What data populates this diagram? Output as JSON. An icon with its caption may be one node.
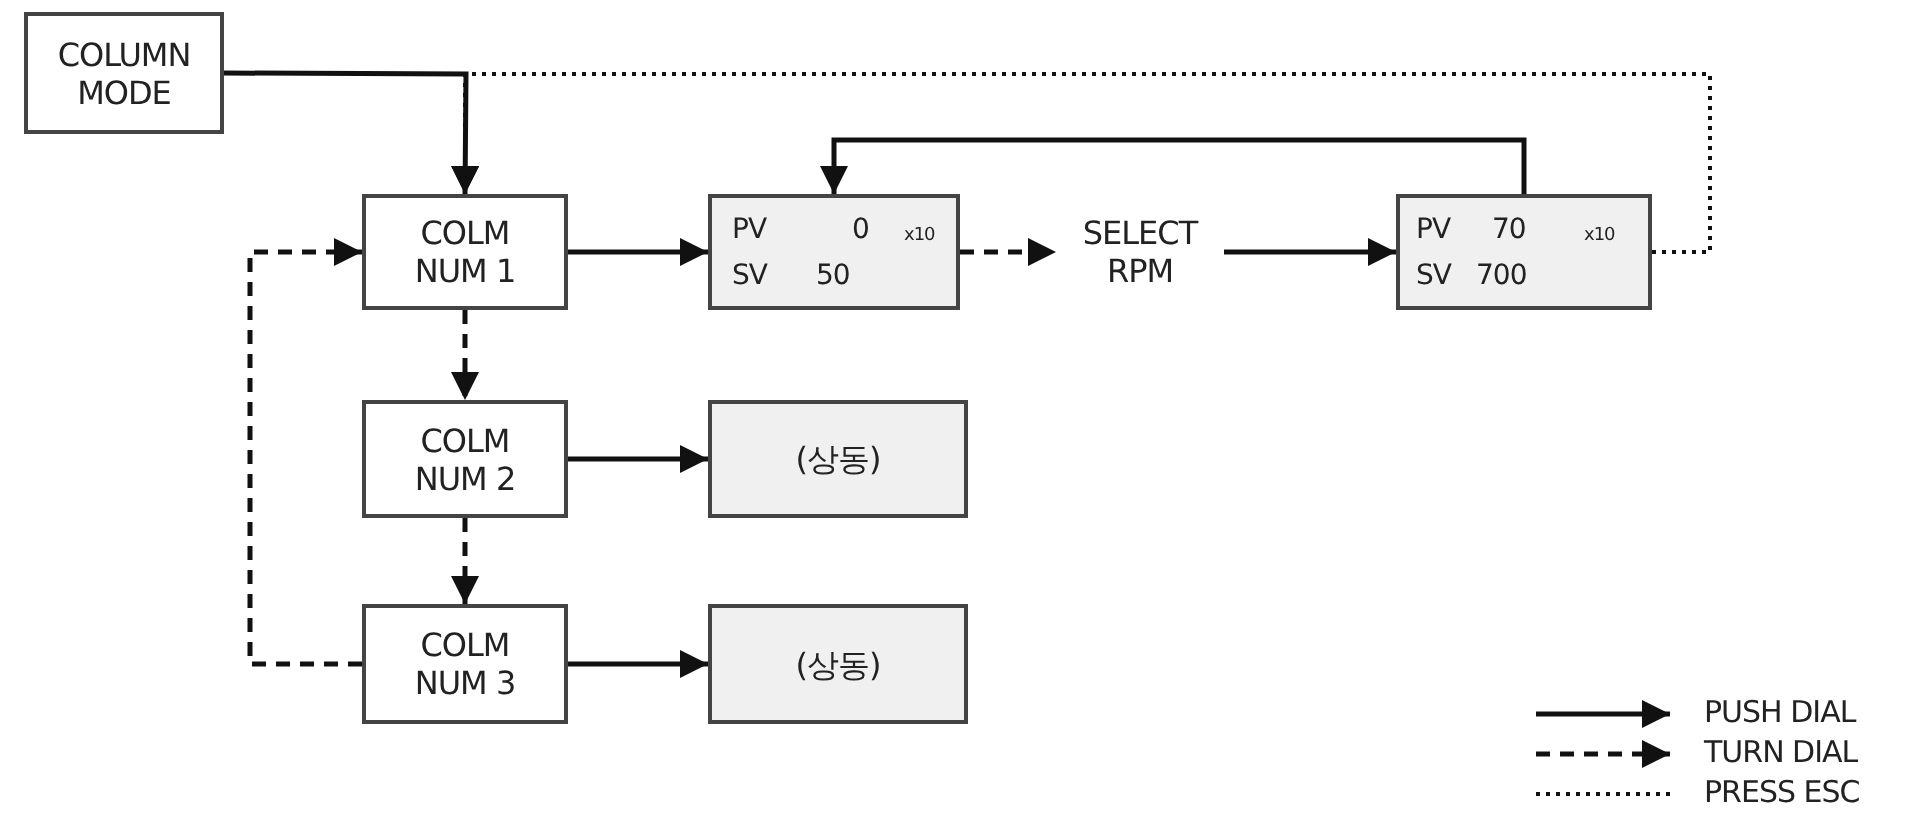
{
  "diagram": {
    "nodes": [
      {
        "text": [
          "COLUMN MODE"
        ]
      },
      {
        "text": [
          "COLM NUM 1"
        ]
      },
      {
        "text": [
          "PV",
          "0",
          "x10",
          "SV",
          "50"
        ]
      },
      {
        "text": [
          "SELECT RPM"
        ]
      },
      {
        "text": [
          "PV",
          "70",
          "x10",
          "SV",
          "700"
        ]
      },
      {
        "text": [
          "COLM NUM 2"
        ]
      },
      {
        "text": [
          "(상동)"
        ]
      },
      {
        "text": [
          "COLM NUM 3"
        ]
      },
      {
        "text": [
          "(상동)"
        ]
      }
    ],
    "edges": [
      {
        "from": 0,
        "to": 1,
        "arrow": "to"
      },
      {
        "from": 1,
        "to": 2,
        "arrow": "to"
      },
      {
        "from": 2,
        "to": 3,
        "arrow": "to",
        "style": "dashed"
      },
      {
        "from": 3,
        "to": 4,
        "arrow": "to"
      },
      {
        "from": 4,
        "to": 2,
        "arrow": "to"
      },
      {
        "from": 4,
        "to": 1,
        "arrow": "to",
        "style": "dashed"
      },
      {
        "from": 1,
        "to": 5,
        "arrow": "to",
        "style": "dashed"
      },
      {
        "from": 5,
        "to": 7,
        "arrow": "to",
        "style": "dashed"
      },
      {
        "from": 7,
        "to": 1,
        "arrow": "to",
        "style": "dashed"
      },
      {
        "from": 5,
        "to": 6,
        "arrow": "to"
      },
      {
        "from": 7,
        "to": 8,
        "arrow": "to"
      }
    ],
    "legend": [
      {
        "text": "PUSH DIAL"
      },
      {
        "text": "TURN DIAL"
      },
      {
        "text": "PRESS ESC"
      }
    ]
  }
}
